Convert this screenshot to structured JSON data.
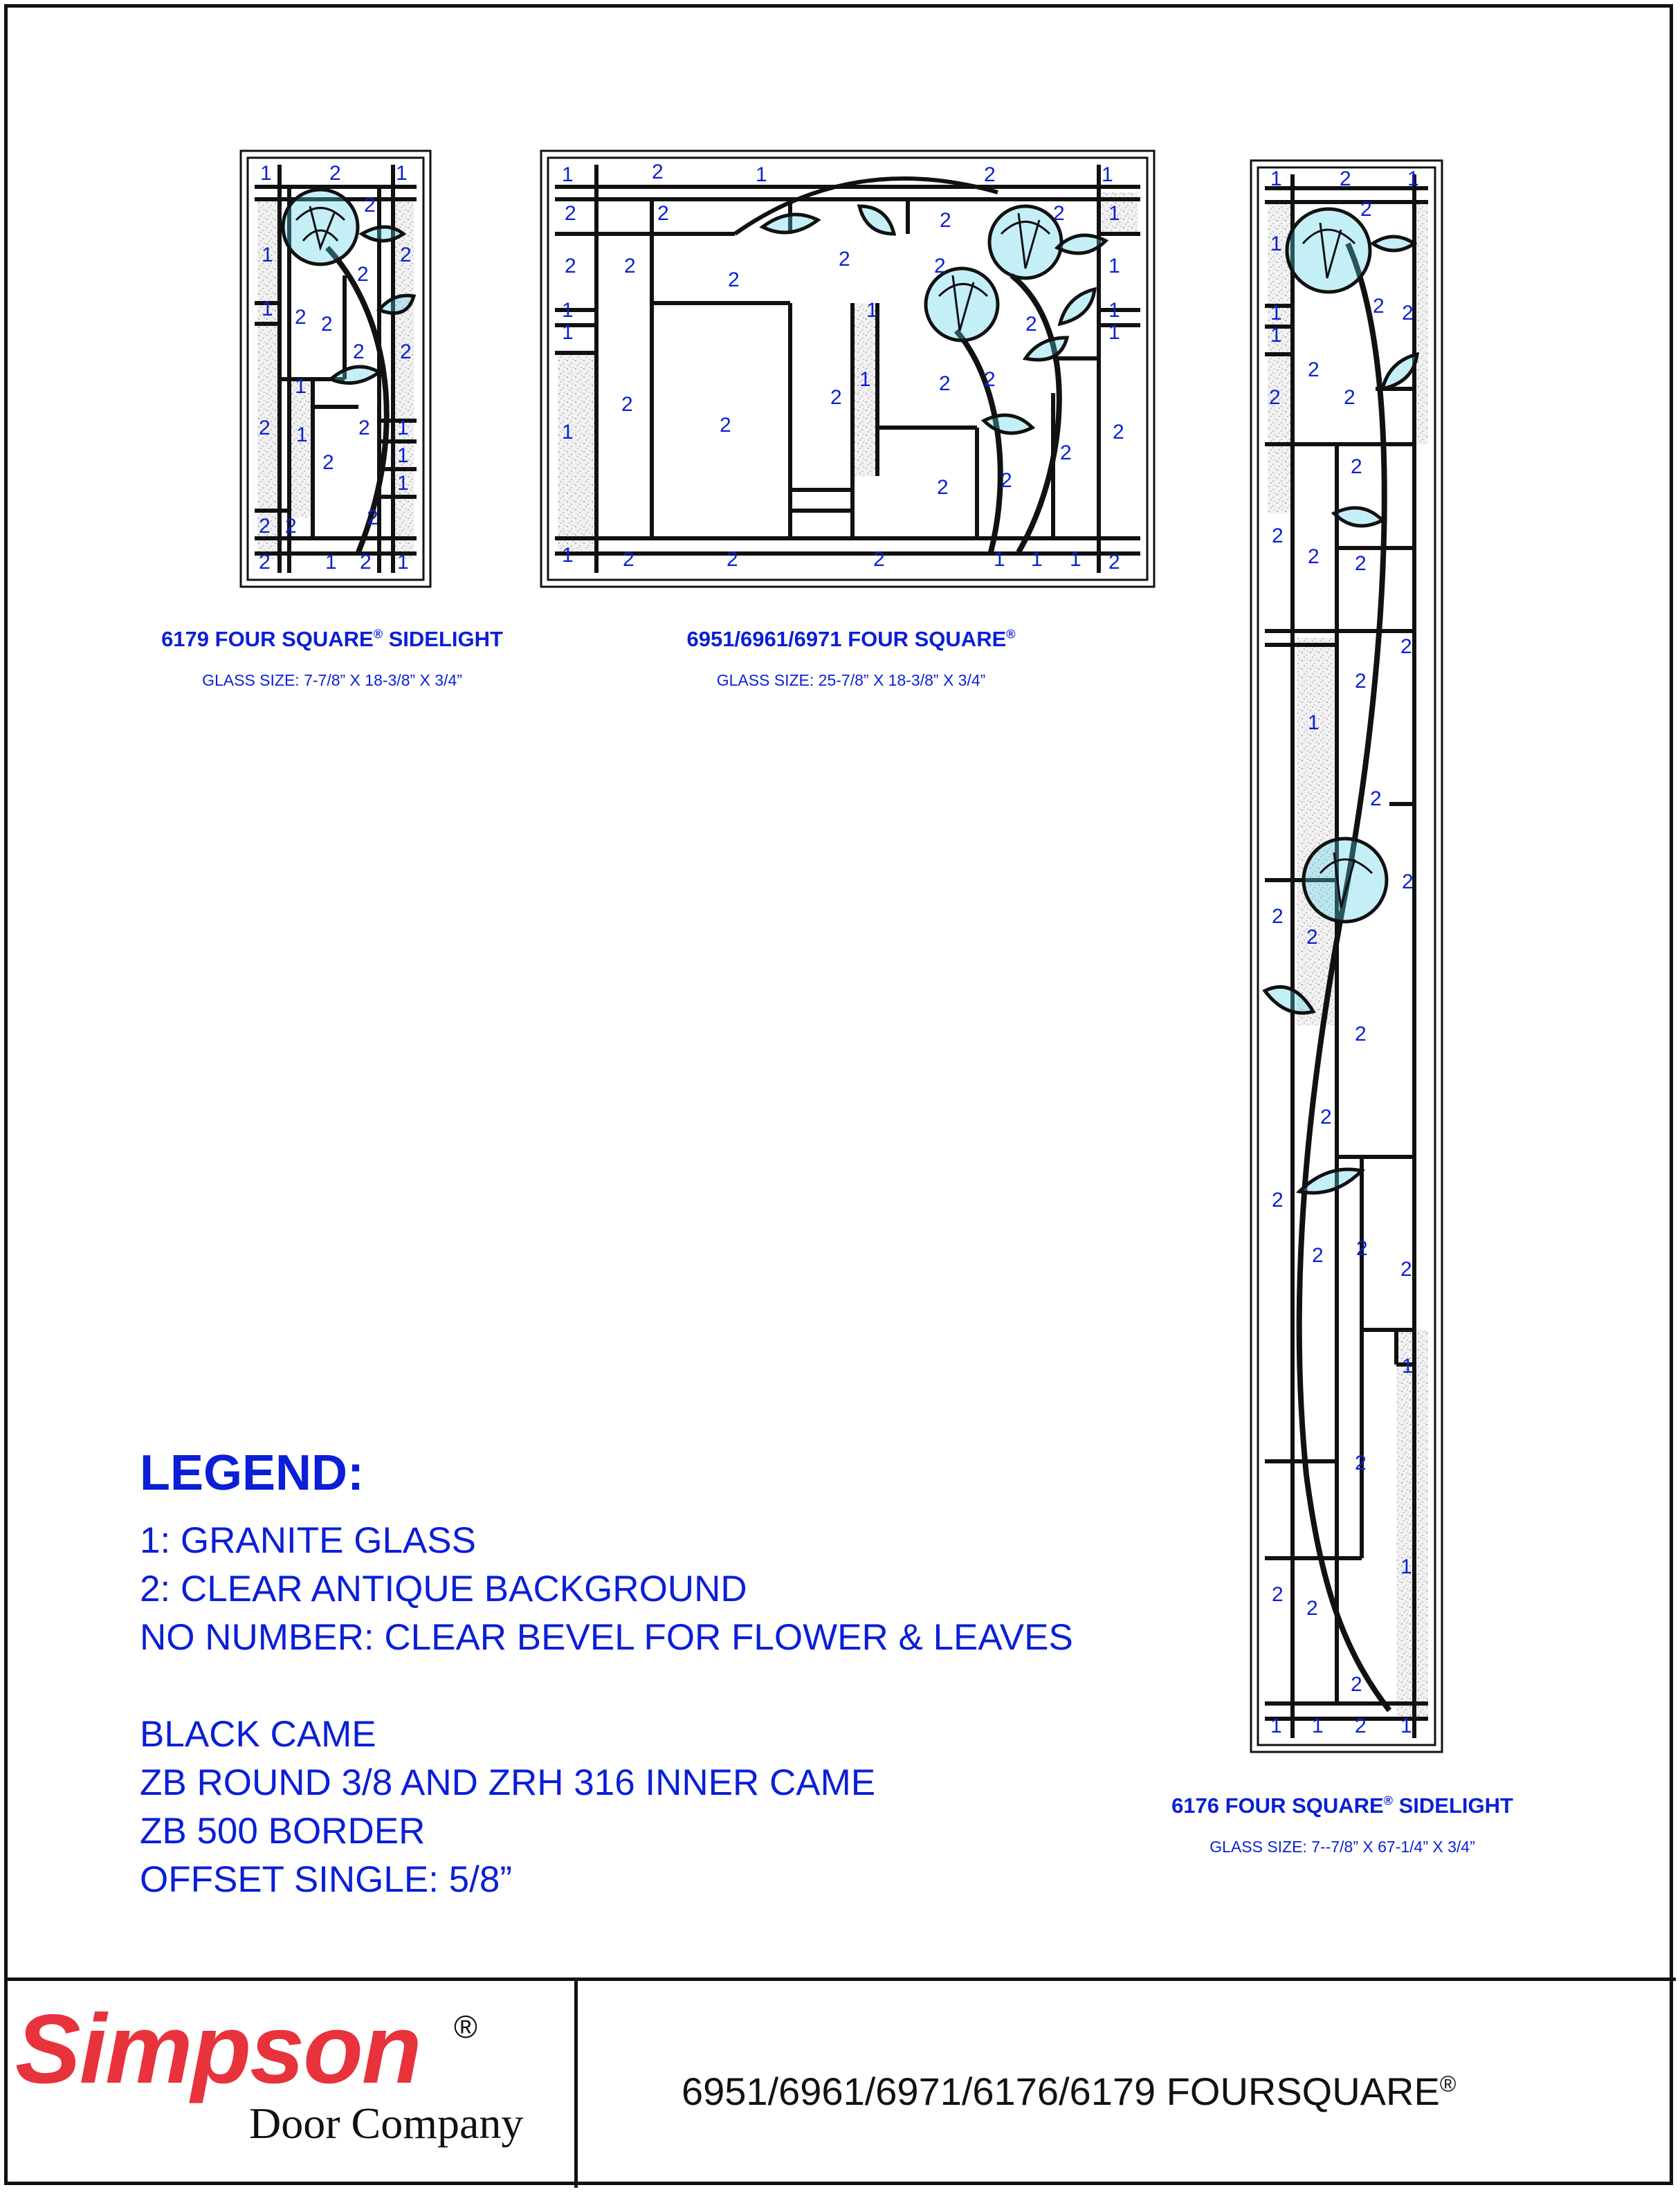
{
  "panels": [
    {
      "id": "sidelight-6179",
      "title": "6179 FOUR SQUARE",
      "title_suffix": "SIDELIGHT",
      "glass_size": "GLASS SIZE: 7-7/8” X 18-3/8” X 3/4”"
    },
    {
      "id": "transom-6951",
      "title": "6951/6961/6971 FOUR SQUARE",
      "title_suffix": "",
      "glass_size": "GLASS SIZE: 25-7/8” X 18-3/8” X 3/4”"
    },
    {
      "id": "sidelight-6176",
      "title": "6176 FOUR SQUARE",
      "title_suffix": "SIDELIGHT",
      "glass_size": "GLASS SIZE: 7--7/8” X 67-1/4” X 3/4”"
    }
  ],
  "registered_mark": "®",
  "legend": {
    "title": "LEGEND:",
    "lines": [
      "1: GRANITE GLASS",
      "2: CLEAR ANTIQUE BACKGROUND",
      "NO NUMBER: CLEAR BEVEL FOR FLOWER & LEAVES",
      "BLACK CAME",
      "ZB ROUND 3/8 AND ZRH 316 INNER CAME",
      "ZB 500 BORDER",
      "OFFSET SINGLE: 5/8”"
    ]
  },
  "footer": {
    "logo_name": "Simpson",
    "logo_reg": "®",
    "logo_sub": "Door Company",
    "title": "6951/6961/6971/6176/6179 FOURSQUARE",
    "title_reg": "®"
  },
  "glass_labels": {
    "granite": "1",
    "clear": "2"
  },
  "colors": {
    "label_blue": "#0a1fd6",
    "came_black": "#111111",
    "bevel_cyan": "#5ad2e6",
    "logo_red": "#e8323c"
  }
}
